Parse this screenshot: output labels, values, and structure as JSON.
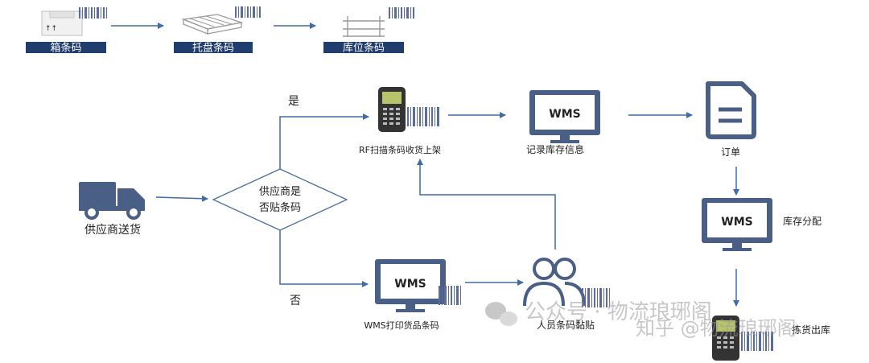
{
  "colors": {
    "navy": "#1f3e6e",
    "stroke": "#4a6f9e",
    "arrow": "#3f6da5",
    "icon_fill": "#4a5f86",
    "barcode": "#5b6b9a"
  },
  "top_flow": {
    "items": [
      {
        "label": "箱条码",
        "icon": "box-icon"
      },
      {
        "label": "托盘条码",
        "icon": "pallet-icon"
      },
      {
        "label": "库位条码",
        "icon": "shelf-icon"
      }
    ]
  },
  "nodes": {
    "supplier": {
      "label": "供应商送货",
      "icon": "truck-icon"
    },
    "decision": {
      "line1": "供应商是",
      "line2": "否贴条码"
    },
    "yes_label": "是",
    "no_label": "否",
    "rf_scan": {
      "label": "RF扫描条码收货上架",
      "icon": "handheld-scanner-icon"
    },
    "record": {
      "label": "记录库存信息",
      "screen_text": "WMS",
      "icon": "monitor-icon"
    },
    "order": {
      "label": "订单",
      "icon": "document-icon"
    },
    "allocate": {
      "label": "库存分配",
      "screen_text": "WMS",
      "icon": "monitor-icon"
    },
    "print": {
      "label": "WMS打印货品条码",
      "screen_text": "WMS",
      "icon": "monitor-icon"
    },
    "stick": {
      "label": "人员条码黏贴",
      "icon": "people-icon"
    },
    "pick": {
      "label": "拣货出库",
      "icon": "handheld-scanner-icon"
    }
  },
  "watermark": {
    "wechat": "公众号 · 物流琅琊阁",
    "zhihu": "知乎 @物流琅琊阁"
  }
}
